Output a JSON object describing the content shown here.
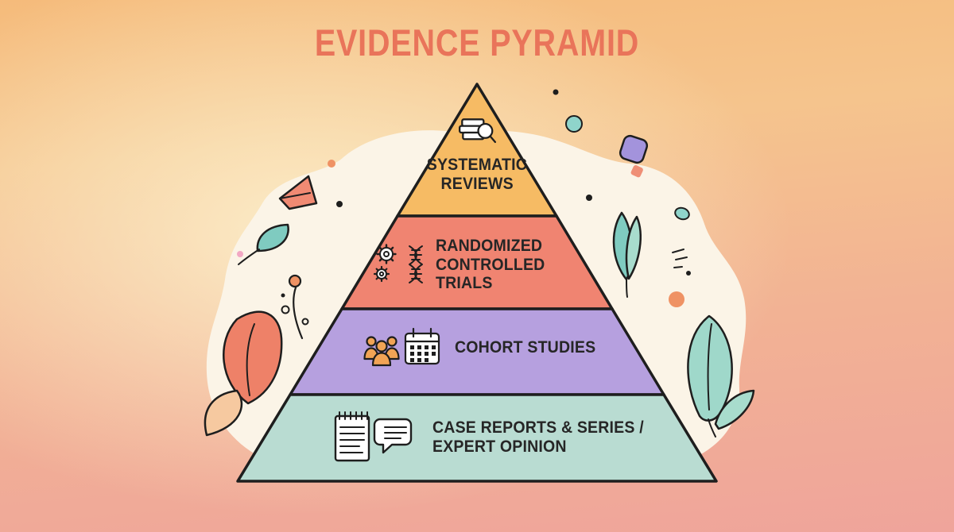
{
  "title": "EVIDENCE PYRAMID",
  "colors": {
    "title": "#e9745a",
    "outline": "#1e1e1e",
    "blob": "#fbf4e7",
    "text": "#262626"
  },
  "pyramid": {
    "levels": [
      {
        "id": "systematic-reviews",
        "rank": 1,
        "color": "#f6bb64",
        "lines": [
          "SYSTEMATIC",
          "REVIEWS"
        ],
        "icon": "books-magnifier-icon"
      },
      {
        "id": "randomized-controlled-trials",
        "rank": 2,
        "color": "#f08471",
        "lines": [
          "RANDOMIZED",
          "CONTROLLED",
          "TRIALS"
        ],
        "icon": "gears-dna-icon"
      },
      {
        "id": "cohort-studies",
        "rank": 3,
        "color": "#b6a0df",
        "lines": [
          "COHORT STUDIES"
        ],
        "icon": "people-calendar-icon"
      },
      {
        "id": "case-reports-expert-opinion",
        "rank": 4,
        "color": "#b9dcd2",
        "lines": [
          "CASE REPORTS & SERIES /",
          "EXPERT OPINION"
        ],
        "icon": "notepad-speech-icon"
      }
    ]
  },
  "decor": {
    "coral_leaf": "#ee8168",
    "peach_leaf": "#f6c9a0",
    "teal_leaf": "#7fcbc0",
    "teal_leaf_light": "#a8dccd",
    "teal_leaf_right": "#9fd8ca",
    "purple_square": "#a393dc",
    "coral_square": "#ef8f76",
    "coral_fold": "#f08a73",
    "orange_dot": "#ef9264",
    "orange_circle": "#ef9264",
    "pink_dot": "#f2a8c4",
    "teal_circle": "#8fd4cb",
    "black_dot": "#1e1e1e",
    "people_fill": "#f1a455"
  }
}
